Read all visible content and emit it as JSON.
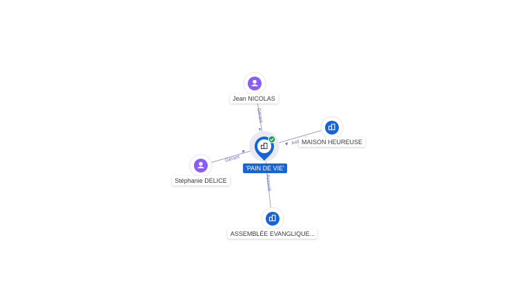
{
  "center": {
    "label": "'PAIN DE VIE'",
    "icon": "company-icon",
    "badge": "verified-check-icon"
  },
  "nodes": [
    {
      "id": "jean",
      "label": "Jean NICOLAS",
      "kind": "person",
      "icon": "person-icon"
    },
    {
      "id": "maison",
      "label": "MAISON HEUREUSE",
      "kind": "company",
      "icon": "company-icon"
    },
    {
      "id": "stephanie",
      "label": "Stéphanie DELICE",
      "kind": "person",
      "icon": "person-icon"
    },
    {
      "id": "assemblee",
      "label": "ASSEMBLÉE EVANGLIQUE...",
      "kind": "company",
      "icon": "company-icon"
    }
  ],
  "edges": [
    {
      "to": "jean",
      "label": "Gérant"
    },
    {
      "to": "maison",
      "label": "Associé"
    },
    {
      "to": "stephanie",
      "label": "Gérant"
    },
    {
      "to": "assemblee",
      "label": "Associé"
    }
  ],
  "colors": {
    "person": "#8b5cf6",
    "company": "#1565d8",
    "badge": "#1e9e5a",
    "edge": "#9aa3b5",
    "edge_label": "#6b6fc8"
  }
}
